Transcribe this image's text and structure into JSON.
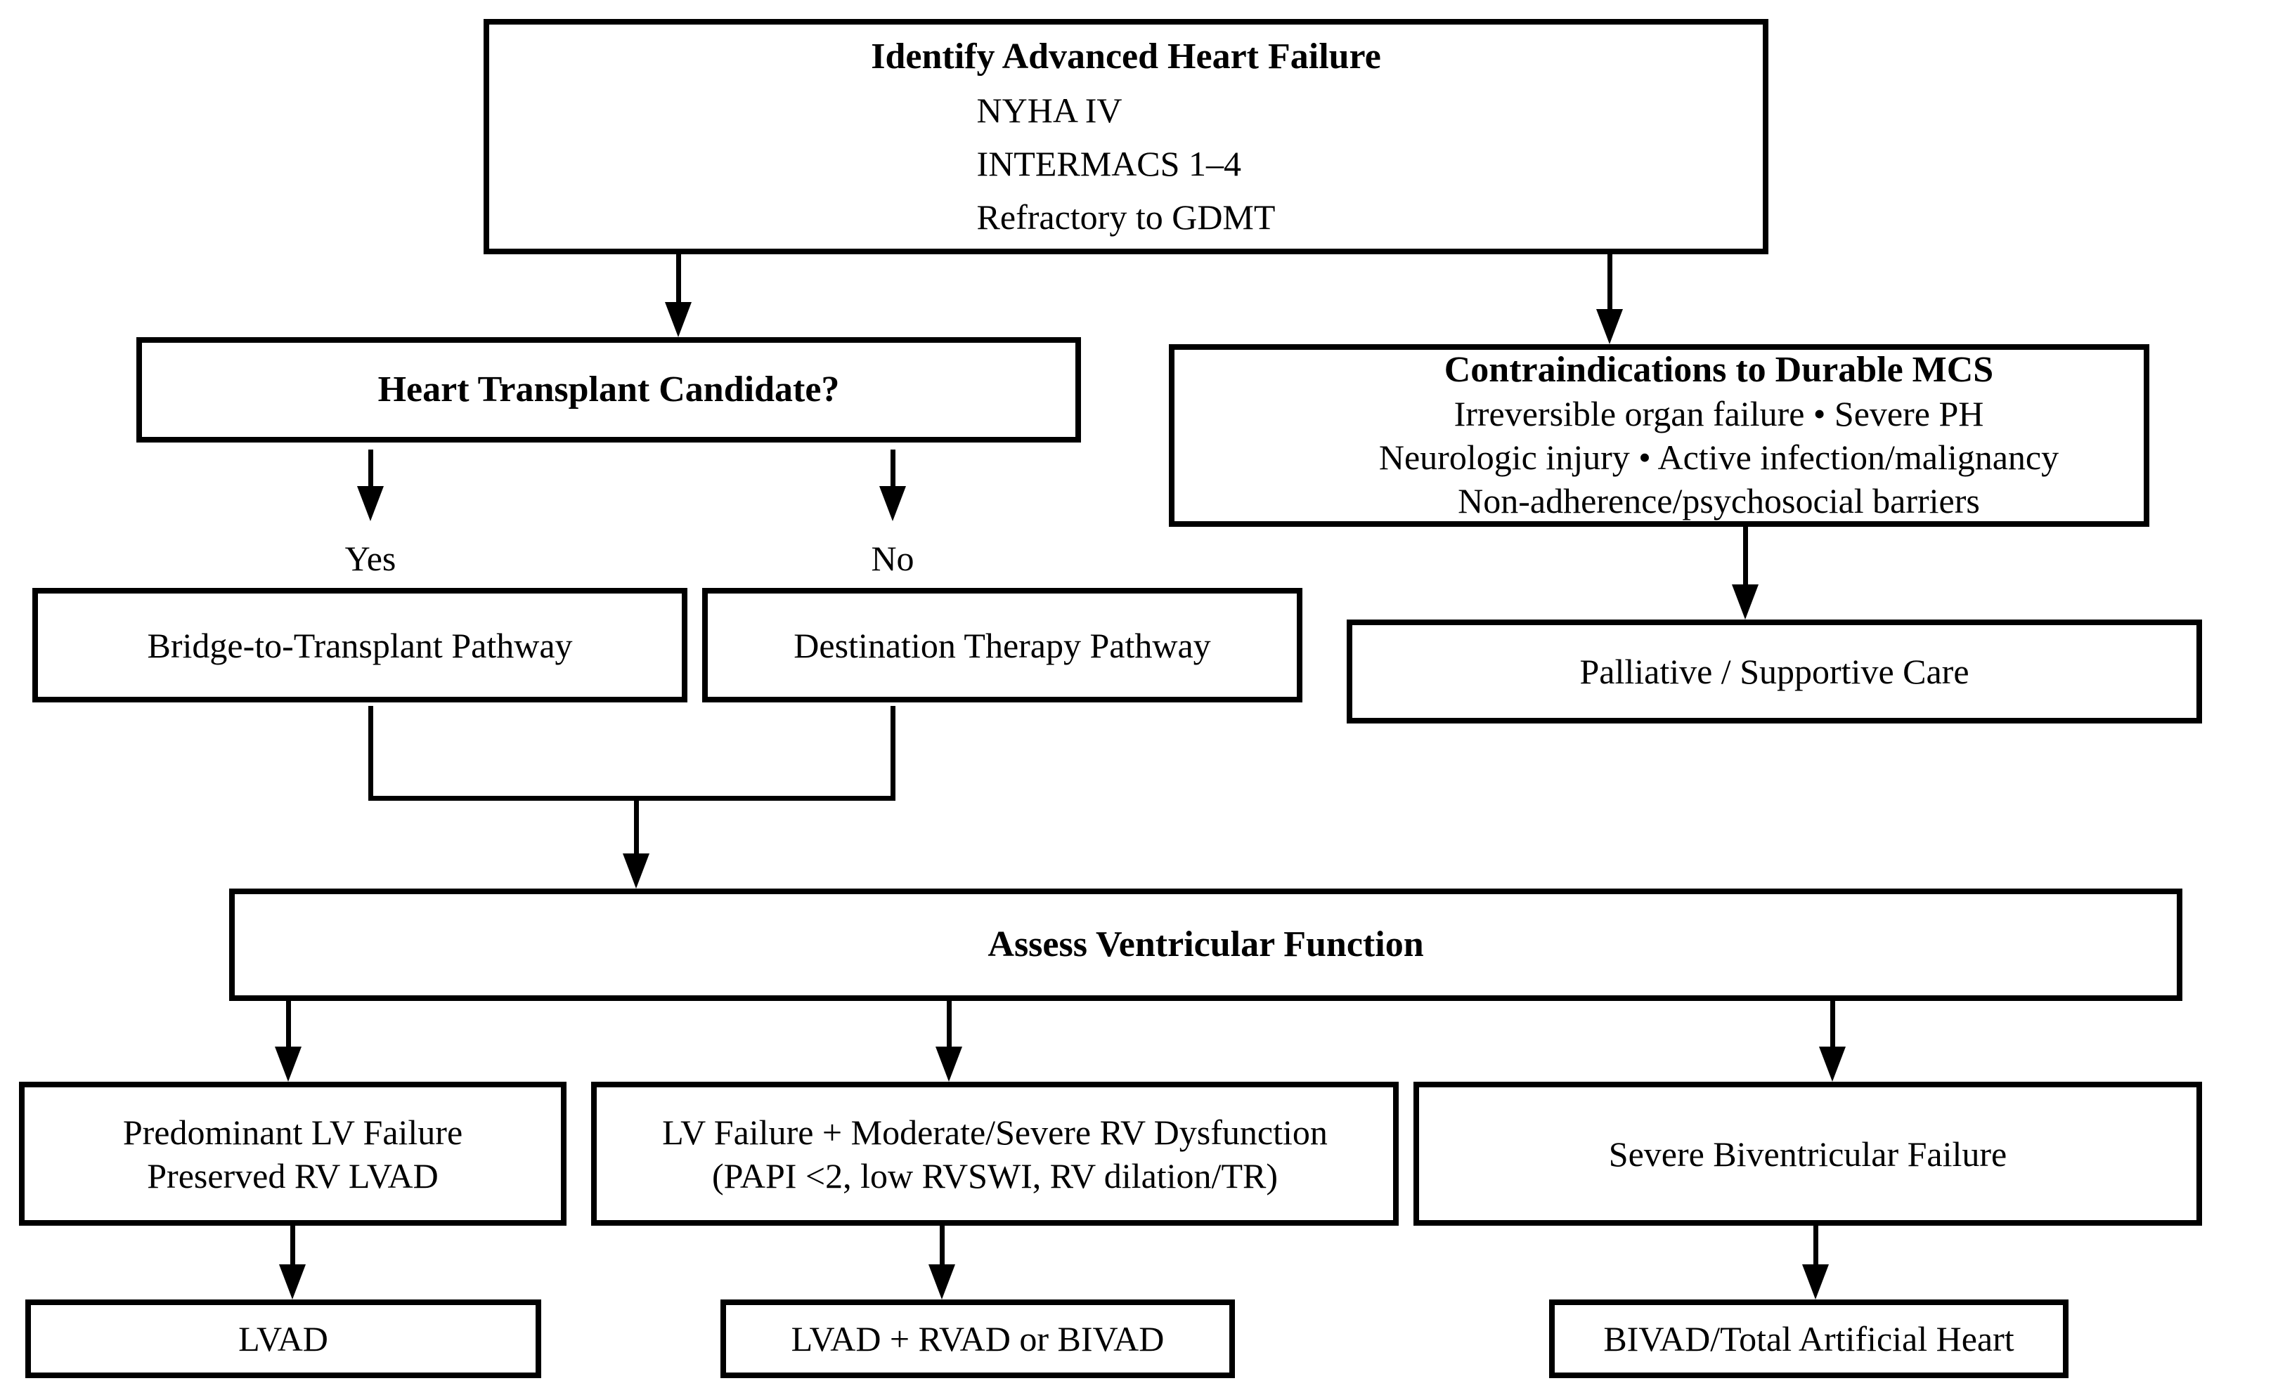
{
  "nodes": {
    "identify": {
      "title": "Identify Advanced Heart Failure",
      "lines": [
        "NYHA IV",
        "INTERMACS 1–4",
        "Refractory to GDMT"
      ]
    },
    "transplant_candidate": {
      "title": "Heart Transplant Candidate?"
    },
    "contraindications": {
      "title": "Contraindications to Durable MCS",
      "lines": [
        "Irreversible organ failure • Severe PH",
        "Neurologic injury • Active infection/malignancy",
        "Non-adherence/psychosocial barriers"
      ]
    },
    "bridge": {
      "label": "Bridge-to-Transplant Pathway"
    },
    "destination": {
      "label": "Destination Therapy Pathway"
    },
    "palliative": {
      "label": "Palliative / Supportive Care"
    },
    "assess": {
      "title": "Assess Ventricular Function"
    },
    "lv_failure": {
      "lines": [
        "Predominant LV Failure",
        "Preserved RV LVAD"
      ]
    },
    "lv_rv_dysfunction": {
      "lines": [
        "LV Failure + Moderate/Severe RV Dysfunction",
        "(PAPI <2, low RVSWI, RV dilation/TR)"
      ]
    },
    "biventricular": {
      "label": "Severe Biventricular Failure"
    },
    "lvad": {
      "label": "LVAD"
    },
    "lvad_rvad": {
      "label": "LVAD + RVAD or BIVAD"
    },
    "bivad_tah": {
      "label": "BIVAD/Total Artificial Heart"
    }
  },
  "edge_labels": {
    "yes": "Yes",
    "no": "No"
  },
  "colors": {
    "line": "#000000",
    "background": "#ffffff",
    "box_fill": "#ffffff"
  }
}
